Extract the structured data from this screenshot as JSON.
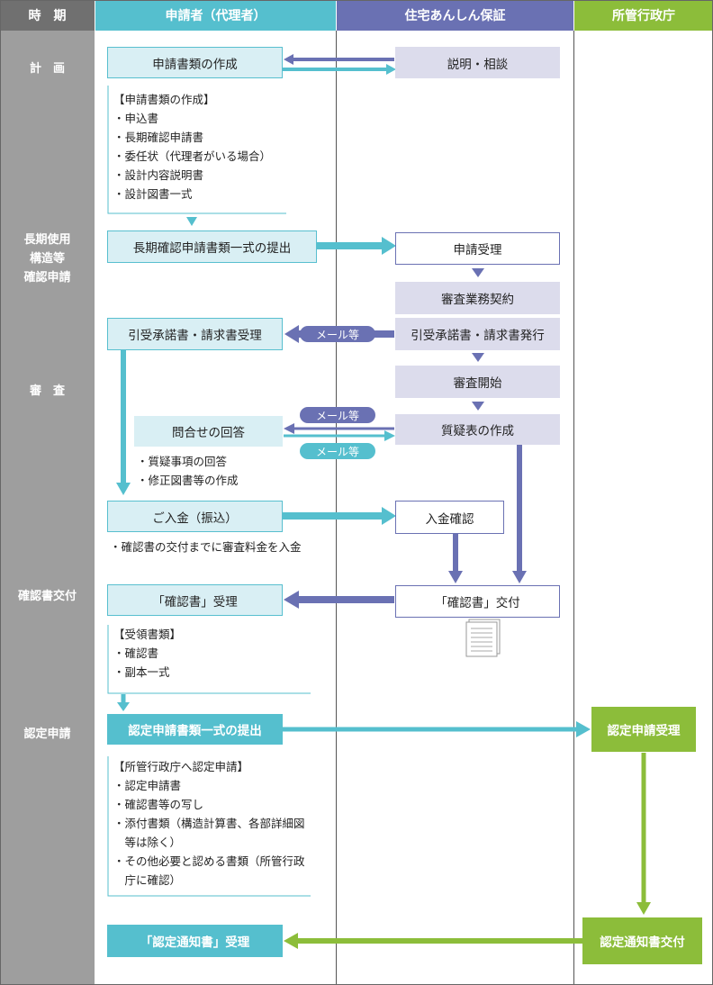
{
  "headers": {
    "period": "時　期",
    "applicant": "申請者（代理者）",
    "agency": "住宅あんしん保証",
    "admin": "所管行政庁"
  },
  "phases": {
    "plan": "計　画",
    "apply": "長期使用\n構造等\n確認申請",
    "review": "審　査",
    "certificate": "確認書交付",
    "approval": "認定申請"
  },
  "boxes": {
    "create_docs": "申請書類の作成",
    "explain": "説明・相談",
    "submit_long": "長期確認申請書類一式の提出",
    "receive": "申請受理",
    "contract": "審査業務契約",
    "accept_receive": "引受承諾書・請求書受理",
    "accept_issue": "引受承諾書・請求書発行",
    "review_start": "審査開始",
    "answer": "問合せの回答",
    "qa_create": "質疑表の作成",
    "payment": "ご入金（振込）",
    "payment_confirm": "入金確認",
    "cert_receive": "「確認書」受理",
    "cert_issue": "「確認書」交付",
    "submit_approval": "認定申請書類一式の提出",
    "approval_receive": "認定申請受理",
    "notice_receive": "「認定通知書」受理",
    "notice_issue": "認定通知書交付"
  },
  "pills": {
    "mail1": "メール等",
    "mail2": "メール等",
    "mail3": "メール等"
  },
  "notes": {
    "docs": [
      "【申請書類の作成】",
      "・申込書",
      "・長期確認申請書",
      "・委任状（代理者がいる場合）",
      "・設計内容説明書",
      "・設計図書一式"
    ],
    "answer": [
      "・質疑事項の回答",
      "・修正図書等の作成"
    ],
    "payment": [
      "・確認書の交付までに審査料金を入金"
    ],
    "received": [
      "【受領書類】",
      "・確認書",
      "・副本一式"
    ],
    "approval": [
      "【所管行政庁へ認定申請】",
      "・認定申請書",
      "・確認書等の写し",
      "・添付書類（構造計算書、各部詳細図",
      "　等は除く）",
      "・その他必要と認める書類（所管行政",
      "　庁に確認）"
    ]
  },
  "colors": {
    "teal": "#55bfce",
    "indigo": "#6a71b3",
    "green": "#8cbd3a",
    "gray": "#9e9e9e"
  }
}
